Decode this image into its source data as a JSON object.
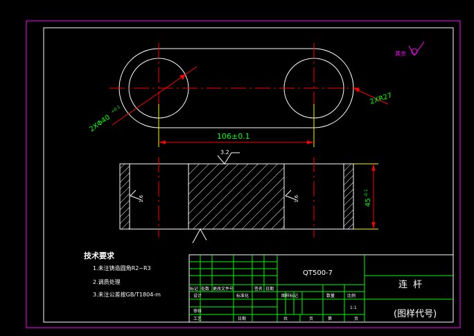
{
  "drawing": {
    "center_distance": "106±0.1",
    "bore_label": "2XΦ40",
    "bore_tol": "+0.1",
    "radius_label": "2XR27",
    "height_label": "45",
    "height_tol": "-0.1",
    "roughness_main": "3.2",
    "roughness_left": "1.6",
    "roughness_right": "1.6",
    "roughness_rest": "其余",
    "colors": {
      "background": "#000000",
      "outline": "#ffffff",
      "centerline": "#ff0000",
      "dimension": "#00ff00",
      "hatch": "#ffffff",
      "border": "#ff00ff",
      "table": "#00ff00",
      "frame": "#ffffff"
    }
  },
  "notes": {
    "title": "技术要求",
    "items": [
      "1.未注铸造圆角R2~R3",
      "2.调质处理",
      "3.未注公差按GB/T1804-m"
    ]
  },
  "title_block": {
    "material": "QT500-7",
    "part_name": "连杆",
    "drawing_code": "(图样代号)",
    "row_mark": [
      "标记",
      "处数",
      "更改文件号",
      "签名",
      "日期"
    ],
    "row_design": [
      "设计",
      "标准化"
    ],
    "row_review": [
      "审核"
    ],
    "row_process": [
      "工艺",
      "日期"
    ],
    "stage_header": [
      "图样标记",
      "数量",
      "比例"
    ],
    "scale": "1:1",
    "sheet_row": [
      "共",
      "页",
      "第",
      "页"
    ]
  }
}
